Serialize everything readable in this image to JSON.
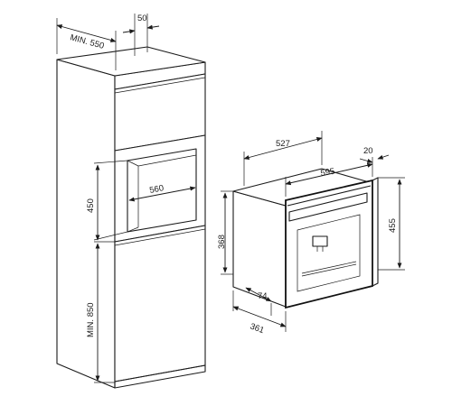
{
  "dimensions": {
    "cabinet_depth": "MIN. 550",
    "top_gap": "50",
    "niche_height": "450",
    "niche_width": "560",
    "base_height": "MIN. 850",
    "appliance_depth": "527",
    "appliance_width": "595",
    "front_depth": "20",
    "appliance_height_total": "455",
    "appliance_height_body": "368",
    "front_offset": "74",
    "appliance_side_depth": "361"
  }
}
